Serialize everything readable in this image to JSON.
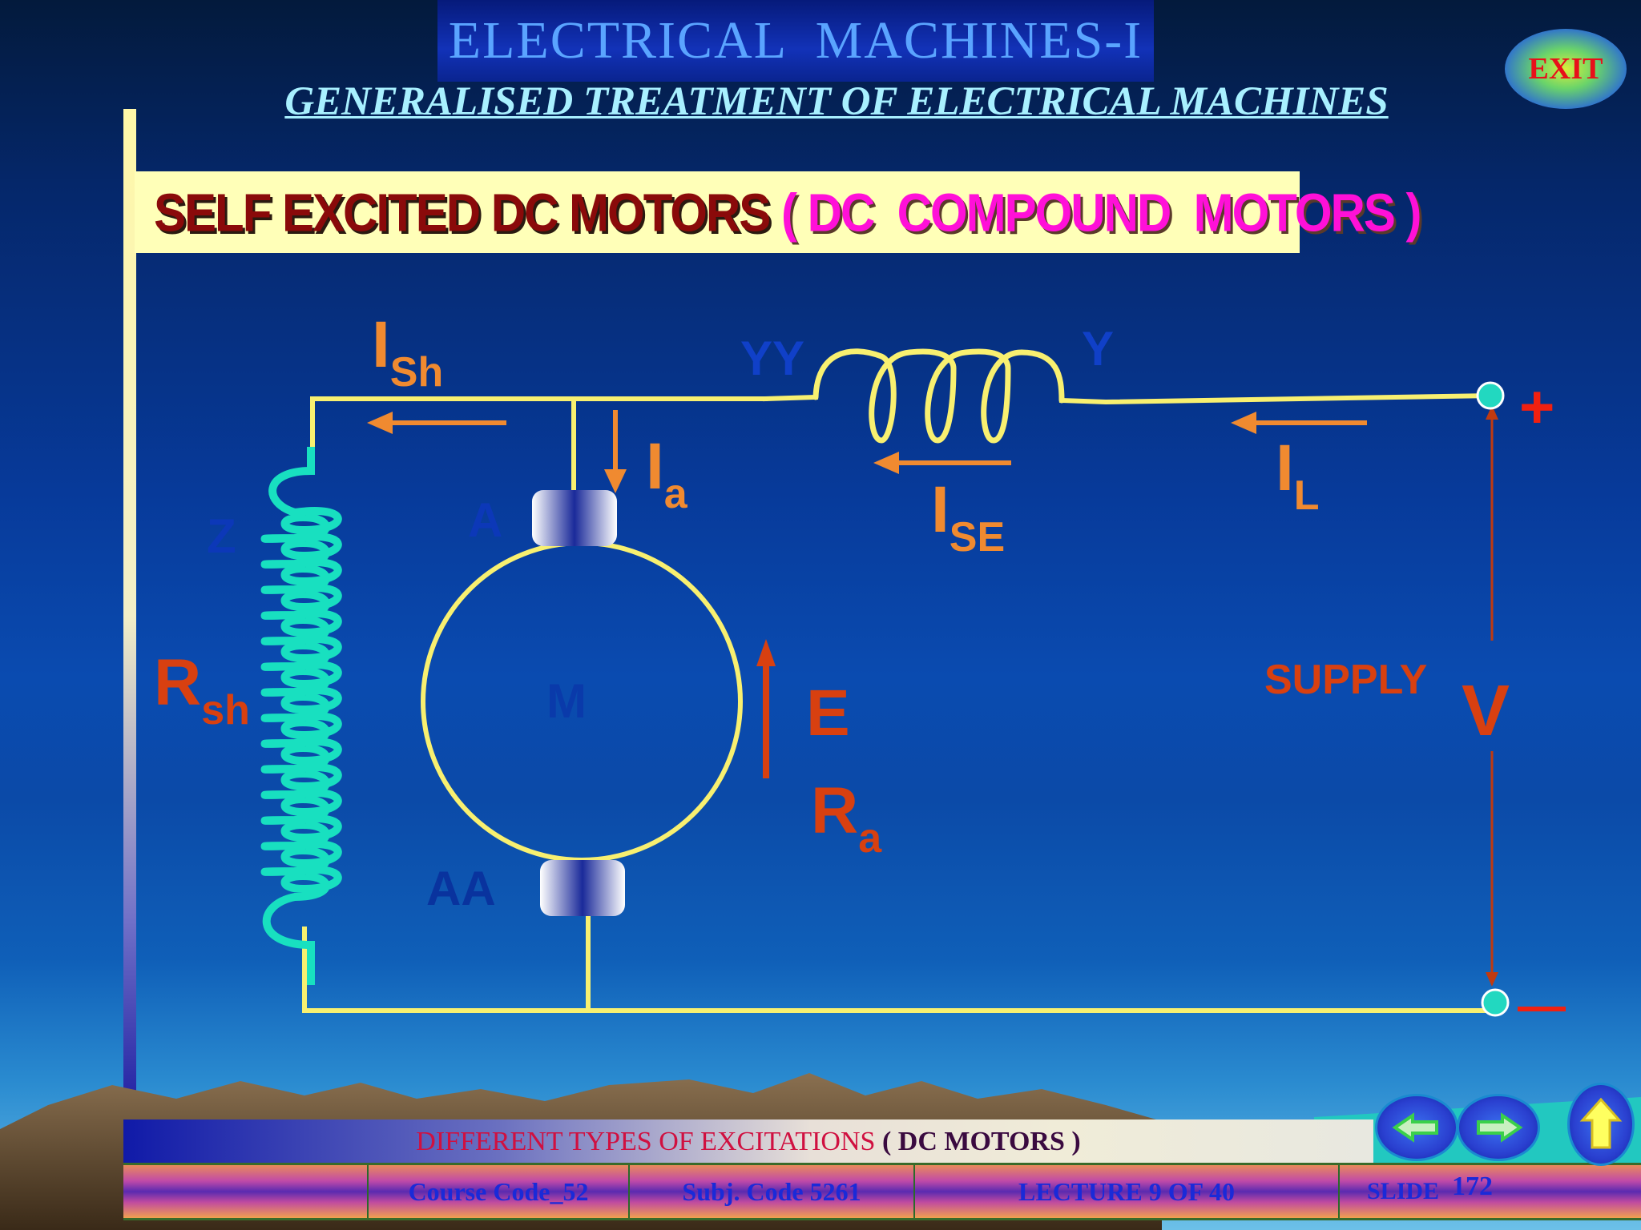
{
  "header": {
    "title": "ELECTRICAL  MACHINES-I",
    "subtitle": "GENERALISED TREATMENT OF ELECTRICAL MACHINES",
    "exit_label": "EXIT"
  },
  "heading": {
    "main": "SELF EXCITED DC MOTORS",
    "sub": " ( DC  COMPOUND  MOTORS )"
  },
  "diagram": {
    "ish_main": "I",
    "ish_sub": "Sh",
    "ia_main": "I",
    "ia_sub": "a",
    "ise_main": "I",
    "ise_sub": "SE",
    "il_main": "I",
    "il_sub": "L",
    "rsh_main": "R",
    "rsh_sub": "sh",
    "ra_main": "R",
    "ra_sub": "a",
    "e_label": "E",
    "supply_label": "SUPPLY",
    "v_label": "V",
    "plus_label": "+",
    "minus_label": "—",
    "terminal_yy": "YY",
    "terminal_y": "Y",
    "terminal_z": "Z",
    "terminal_a": "A",
    "terminal_aa": "AA",
    "motor_m": "M",
    "colors": {
      "wire": "#f8f070",
      "shunt_coil": "#18e0c0",
      "label_orange": "#f08a30",
      "label_red": "#d84010",
      "terminal_faint": "#1040c8"
    }
  },
  "footer": {
    "topic": "DIFFERENT TYPES OF EXCITATIONS",
    "topic_bold": "( DC MOTORS )",
    "course_code": "Course Code_52",
    "subj_code": "Subj. Code  5261",
    "lecture": "LECTURE  9 OF 40",
    "slide_label": "SLIDE",
    "slide_number": "172"
  },
  "navigation": {
    "back_icon": "left-arrow-icon",
    "next_icon": "right-arrow-icon",
    "home_icon": "up-arrow-icon"
  }
}
